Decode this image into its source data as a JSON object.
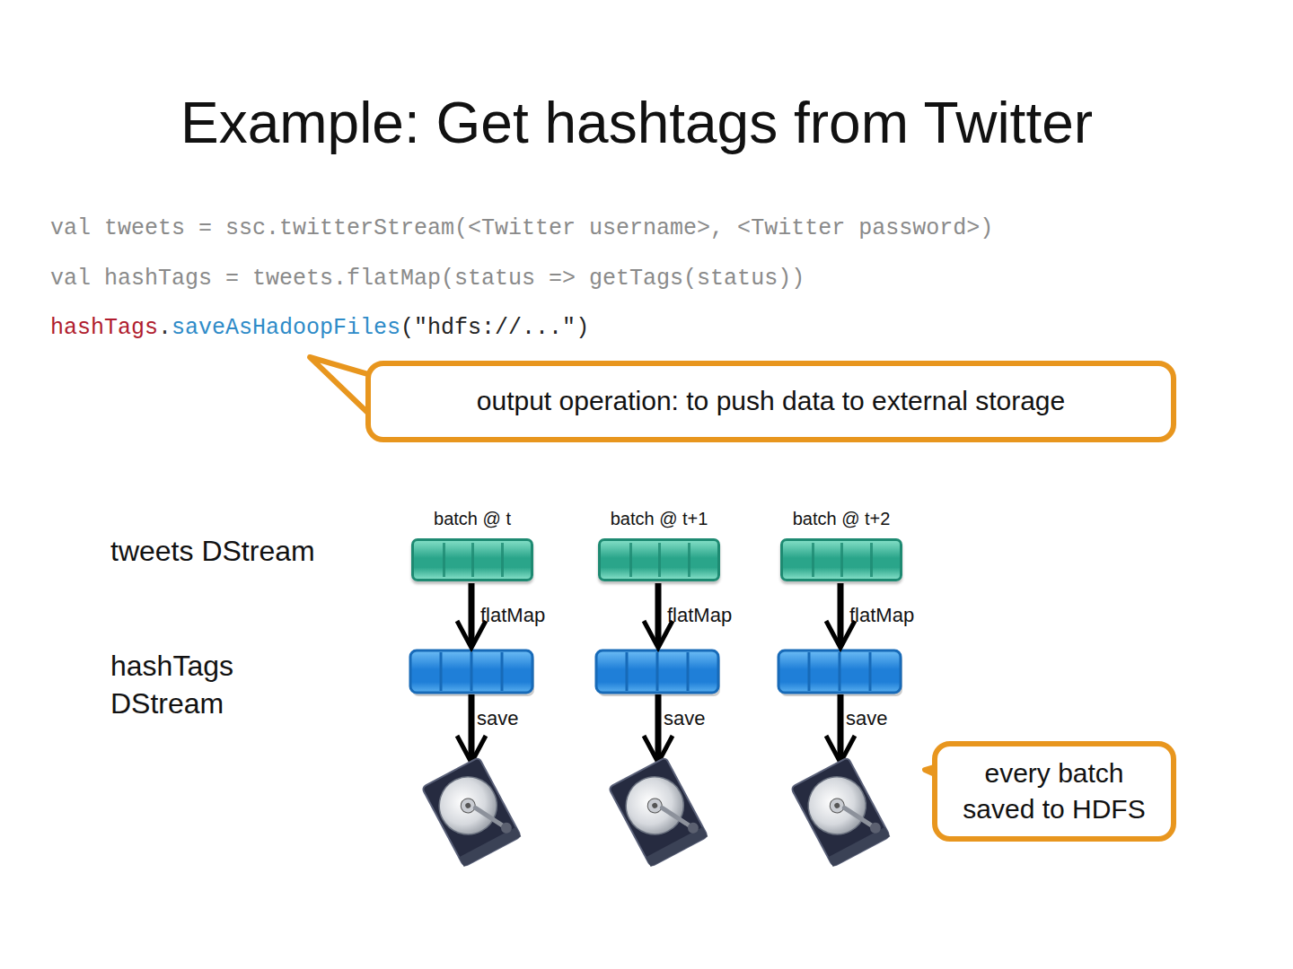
{
  "diagram": {
    "title": "Example: Get hashtags from Twitter",
    "nodes": [
      {
        "text": [
          "output operation: to push data to external storage"
        ]
      },
      {
        "text": [
          "batch @ t"
        ]
      },
      {
        "text": [
          "batch @ t+1"
        ]
      },
      {
        "text": [
          "batch @ t+2"
        ]
      },
      {
        "text": [
          "every batch saved to HDFS"
        ]
      }
    ],
    "labels": [
      "val tweets = ssc.twitterStream(<Twitter username>, <Twitter password>)",
      "val hashTags = tweets.flatMap(status => getTags(status))",
      "hashTags",
      ".",
      "saveAsHadoopFiles",
      "(\"hdfs://...\")",
      "tweets DStream",
      "hashTags DStream",
      "flatMap",
      "flatMap",
      "flatMap",
      "save",
      "save",
      "save"
    ]
  }
}
